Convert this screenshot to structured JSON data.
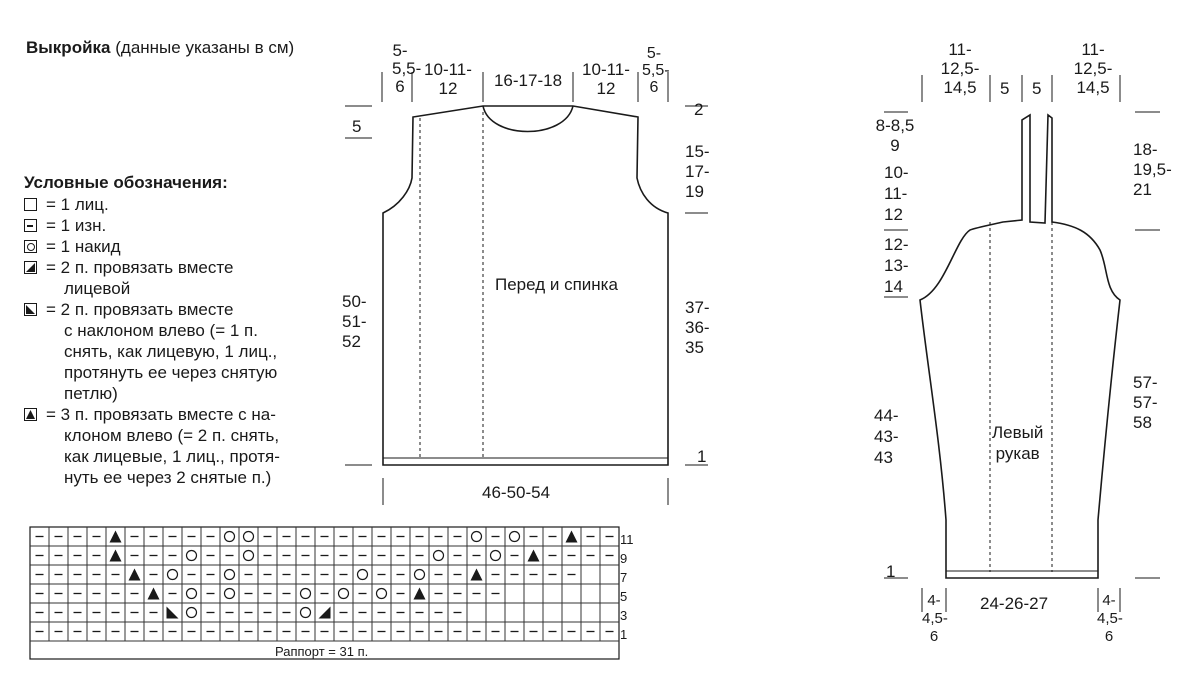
{
  "header": {
    "title_bold": "Выкройка",
    "title_rest": "(данные указаны в см)"
  },
  "legend": {
    "title": "Условные обозначения:",
    "items": [
      {
        "symbol": "knit-square-icon",
        "lines": [
          "= 1 лиц."
        ]
      },
      {
        "symbol": "purl-dash-icon",
        "lines": [
          "= 1 изн."
        ]
      },
      {
        "symbol": "yarn-over-circle-icon",
        "lines": [
          "= 1 накид"
        ]
      },
      {
        "symbol": "k2tog-triangle-icon",
        "lines": [
          "= 2 п. провязать вместе",
          "лицевой"
        ]
      },
      {
        "symbol": "ssk-triangle-icon",
        "lines": [
          "= 2 п. провязать вместе",
          "с наклоном влево (= 1 п.",
          "снять, как лицевую, 1 лиц.,",
          "протянуть ее через снятую",
          "петлю)"
        ]
      },
      {
        "symbol": "sk2p-triangle-icon",
        "lines": [
          "= 3 п. провязать вместе с на-",
          "клоном влево (= 2 п. снять,",
          "как лицевые, 1 лиц., протя-",
          "нуть ее через 2 снятые п.)"
        ]
      }
    ]
  },
  "body_pattern": {
    "label": "Перед и спинка",
    "top_segments": [
      [
        "5-",
        "5,5-",
        "6"
      ],
      [
        "10-11-",
        "12"
      ],
      [
        "16-17-18"
      ],
      [
        "10-11-",
        "12"
      ],
      [
        "5-",
        "5,5-",
        "6"
      ]
    ],
    "left_shoulder": "5",
    "left_side": [
      "50-",
      "51-",
      "52"
    ],
    "right_top": "2",
    "right_armhole": [
      "15-",
      "17-",
      "19"
    ],
    "right_side": [
      "37-",
      "36-",
      "35"
    ],
    "bottom_mark": "1",
    "bottom_width": "46-50-54"
  },
  "sleeve_pattern": {
    "label": [
      "Левый",
      "рукав"
    ],
    "top_segments": [
      [
        "11-",
        "12,5-",
        "14,5"
      ],
      [
        "5"
      ],
      [
        "5"
      ],
      [
        "11-",
        "12,5-",
        "14,5"
      ]
    ],
    "left_a": [
      "8-8,5",
      "9"
    ],
    "left_b": [
      "10-",
      "11-",
      "12"
    ],
    "left_c": [
      "12-",
      "13-",
      "14"
    ],
    "left_d": [
      "44-",
      "43-",
      "43"
    ],
    "bottom_mark": "1",
    "right_a": [
      "18-",
      "19,5-",
      "21"
    ],
    "right_b": [
      "57-",
      "57-",
      "58"
    ],
    "bottom_left": [
      "4-",
      "4,5-",
      "6"
    ],
    "bottom_width": "24-26-27",
    "bottom_right": [
      "4-",
      "4,5-",
      "6"
    ]
  },
  "chart": {
    "row_numbers": [
      "11",
      "9",
      "7",
      "5",
      "3",
      "1"
    ],
    "repeat_label": "Раппорт = 31 п.",
    "cols": 31,
    "rows": [
      "----▲-----OO-----------O-O--▲---",
      "----▲---O--O---------O--O-▲-----",
      "-----▲-O--O------O--O--▲-----",
      "------▲-O-O---O-O-O-▲----",
      "-------◣O-----O◢-------",
      "-------------------------------"
    ]
  }
}
